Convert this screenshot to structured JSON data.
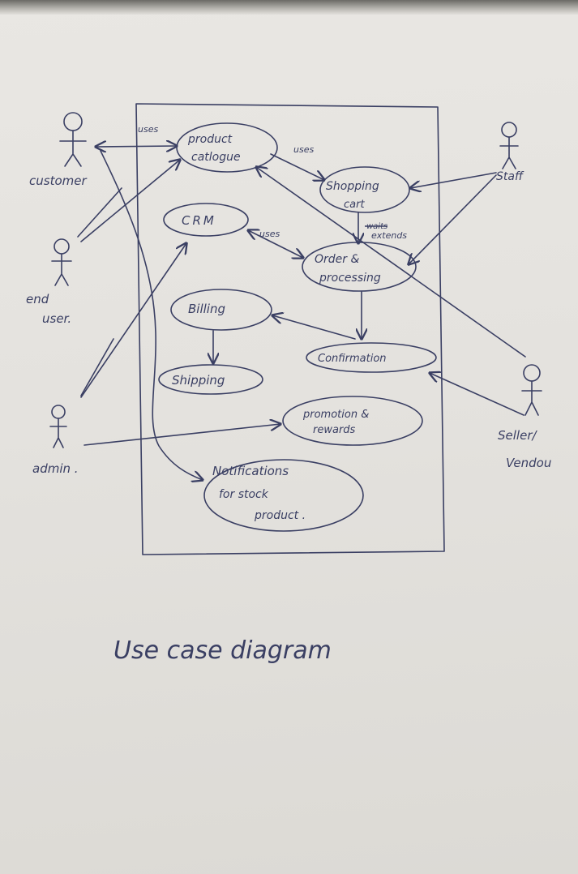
{
  "title": "Use case diagram",
  "actors": {
    "customer": "customer",
    "end_user_line1": "end",
    "end_user_line2": "user.",
    "admin": "admin .",
    "staff": "Staff",
    "seller_line1": "Seller/",
    "seller_line2": "Vendou"
  },
  "use_cases": {
    "product_catalogue_line1": "product",
    "product_catalogue_line2": "catlogue",
    "shopping_cart_line1": "Shopping",
    "shopping_cart_line2": "cart",
    "crm": "CRM",
    "order_processing_line1": "Order &",
    "order_processing_line2": "processing",
    "billing": "Billing",
    "shipping": "Shipping",
    "confirmation": "Confirmation",
    "promotion_line1": "promotion &",
    "promotion_line2": "rewards",
    "notifications_line1": "Notifications",
    "notifications_line2": "for    stock",
    "notifications_line3": "product ."
  },
  "relation_labels": {
    "uses_customer": "uses",
    "uses_catalogue": "uses",
    "uses_crm": "uses",
    "extends_struck": "waits",
    "extends": "extends"
  },
  "colors": {
    "ink": "#3a3f63",
    "paper": "#e6e4e0"
  }
}
